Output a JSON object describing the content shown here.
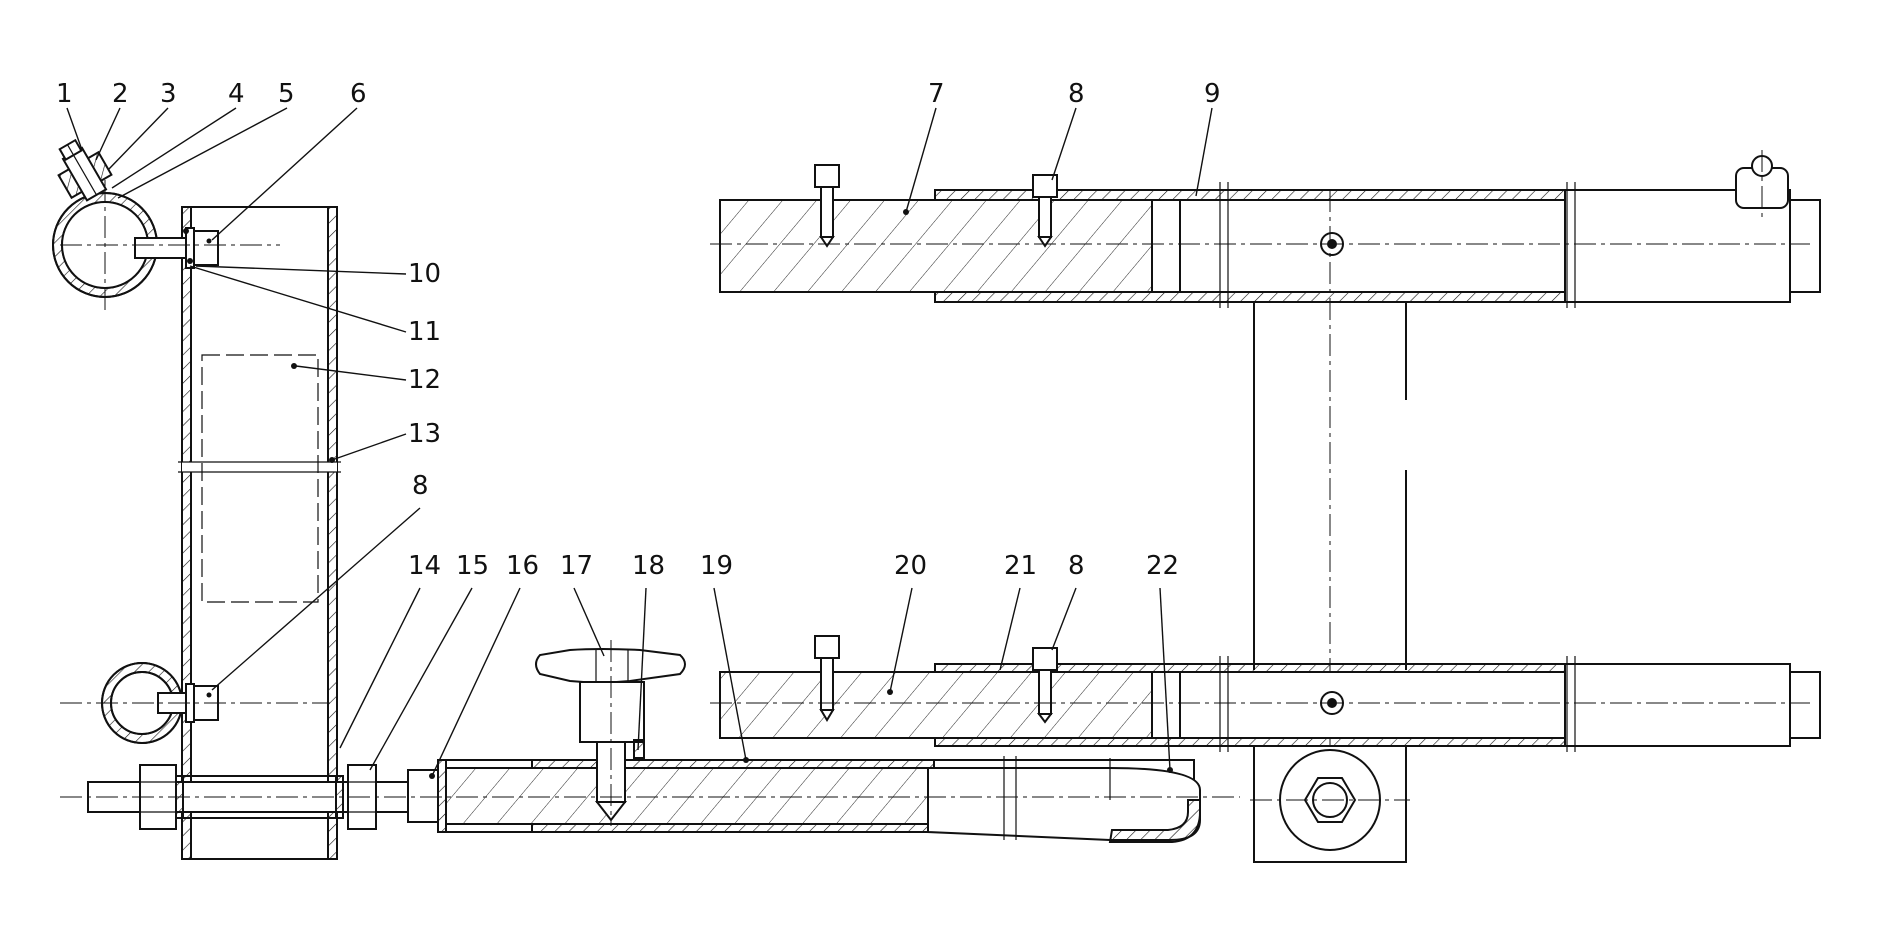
{
  "labels": [
    {
      "id": "1",
      "text": "1"
    },
    {
      "id": "2",
      "text": "2"
    },
    {
      "id": "3",
      "text": "3"
    },
    {
      "id": "4",
      "text": "4"
    },
    {
      "id": "5",
      "text": "5"
    },
    {
      "id": "6",
      "text": "6"
    },
    {
      "id": "7",
      "text": "7"
    },
    {
      "id": "8a",
      "text": "8"
    },
    {
      "id": "9",
      "text": "9"
    },
    {
      "id": "10",
      "text": "10"
    },
    {
      "id": "11",
      "text": "11"
    },
    {
      "id": "12",
      "text": "12"
    },
    {
      "id": "13",
      "text": "13"
    },
    {
      "id": "8b",
      "text": "8"
    },
    {
      "id": "14",
      "text": "14"
    },
    {
      "id": "15",
      "text": "15"
    },
    {
      "id": "16",
      "text": "16"
    },
    {
      "id": "17",
      "text": "17"
    },
    {
      "id": "18",
      "text": "18"
    },
    {
      "id": "19",
      "text": "19"
    },
    {
      "id": "20",
      "text": "20"
    },
    {
      "id": "21",
      "text": "21"
    },
    {
      "id": "8c",
      "text": "8"
    },
    {
      "id": "22",
      "text": "22"
    }
  ]
}
